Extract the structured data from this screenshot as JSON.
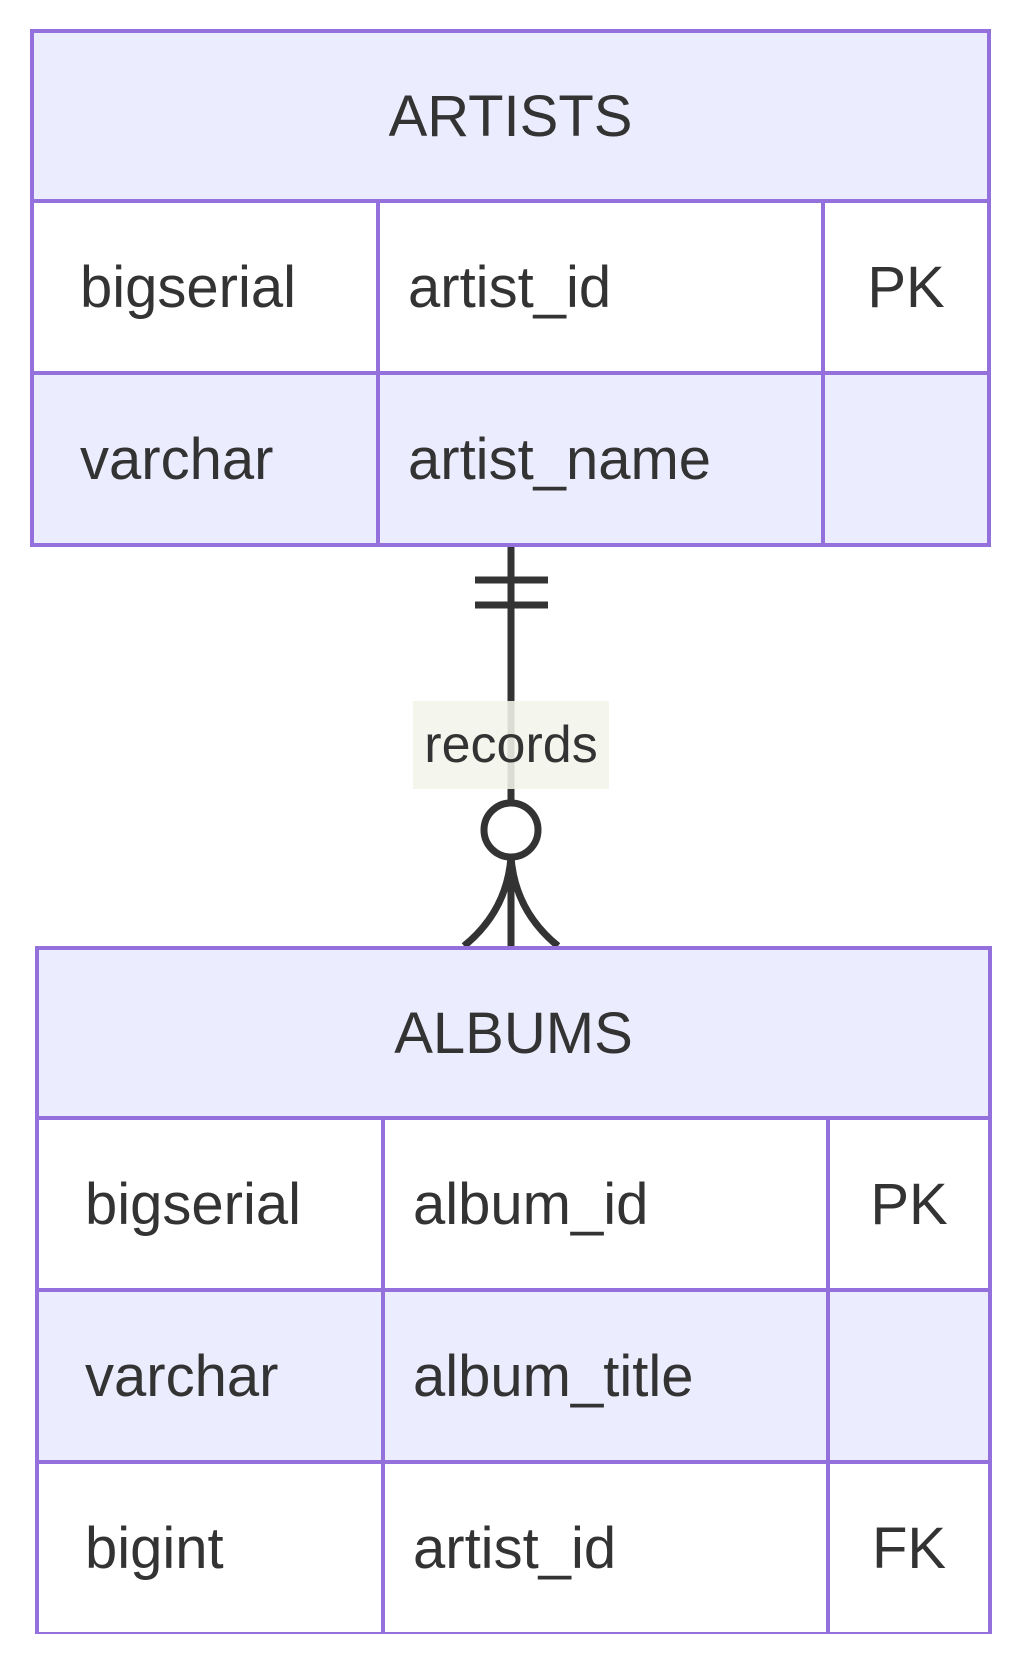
{
  "diagram": {
    "type": "er-diagram",
    "entities": [
      {
        "name": "ARTISTS",
        "attributes": [
          {
            "type": "bigserial",
            "name": "artist_id",
            "key": "PK"
          },
          {
            "type": "varchar",
            "name": "artist_name",
            "key": ""
          }
        ]
      },
      {
        "name": "ALBUMS",
        "attributes": [
          {
            "type": "bigserial",
            "name": "album_id",
            "key": "PK"
          },
          {
            "type": "varchar",
            "name": "album_title",
            "key": ""
          },
          {
            "type": "bigint",
            "name": "artist_id",
            "key": "FK"
          }
        ]
      }
    ],
    "relationship": {
      "label": "records",
      "from_entity": "ARTISTS",
      "to_entity": "ALBUMS",
      "from_cardinality": "exactly-one",
      "to_cardinality": "zero-or-many"
    },
    "colors": {
      "entity_header_fill": "#ECECFF",
      "entity_alt_row_fill": "#ECECFF",
      "entity_row_fill": "#FFFFFF",
      "entity_border": "#9370DB",
      "text": "#333333",
      "relationship_line": "#333333",
      "label_background": "#F3F5EC"
    }
  }
}
